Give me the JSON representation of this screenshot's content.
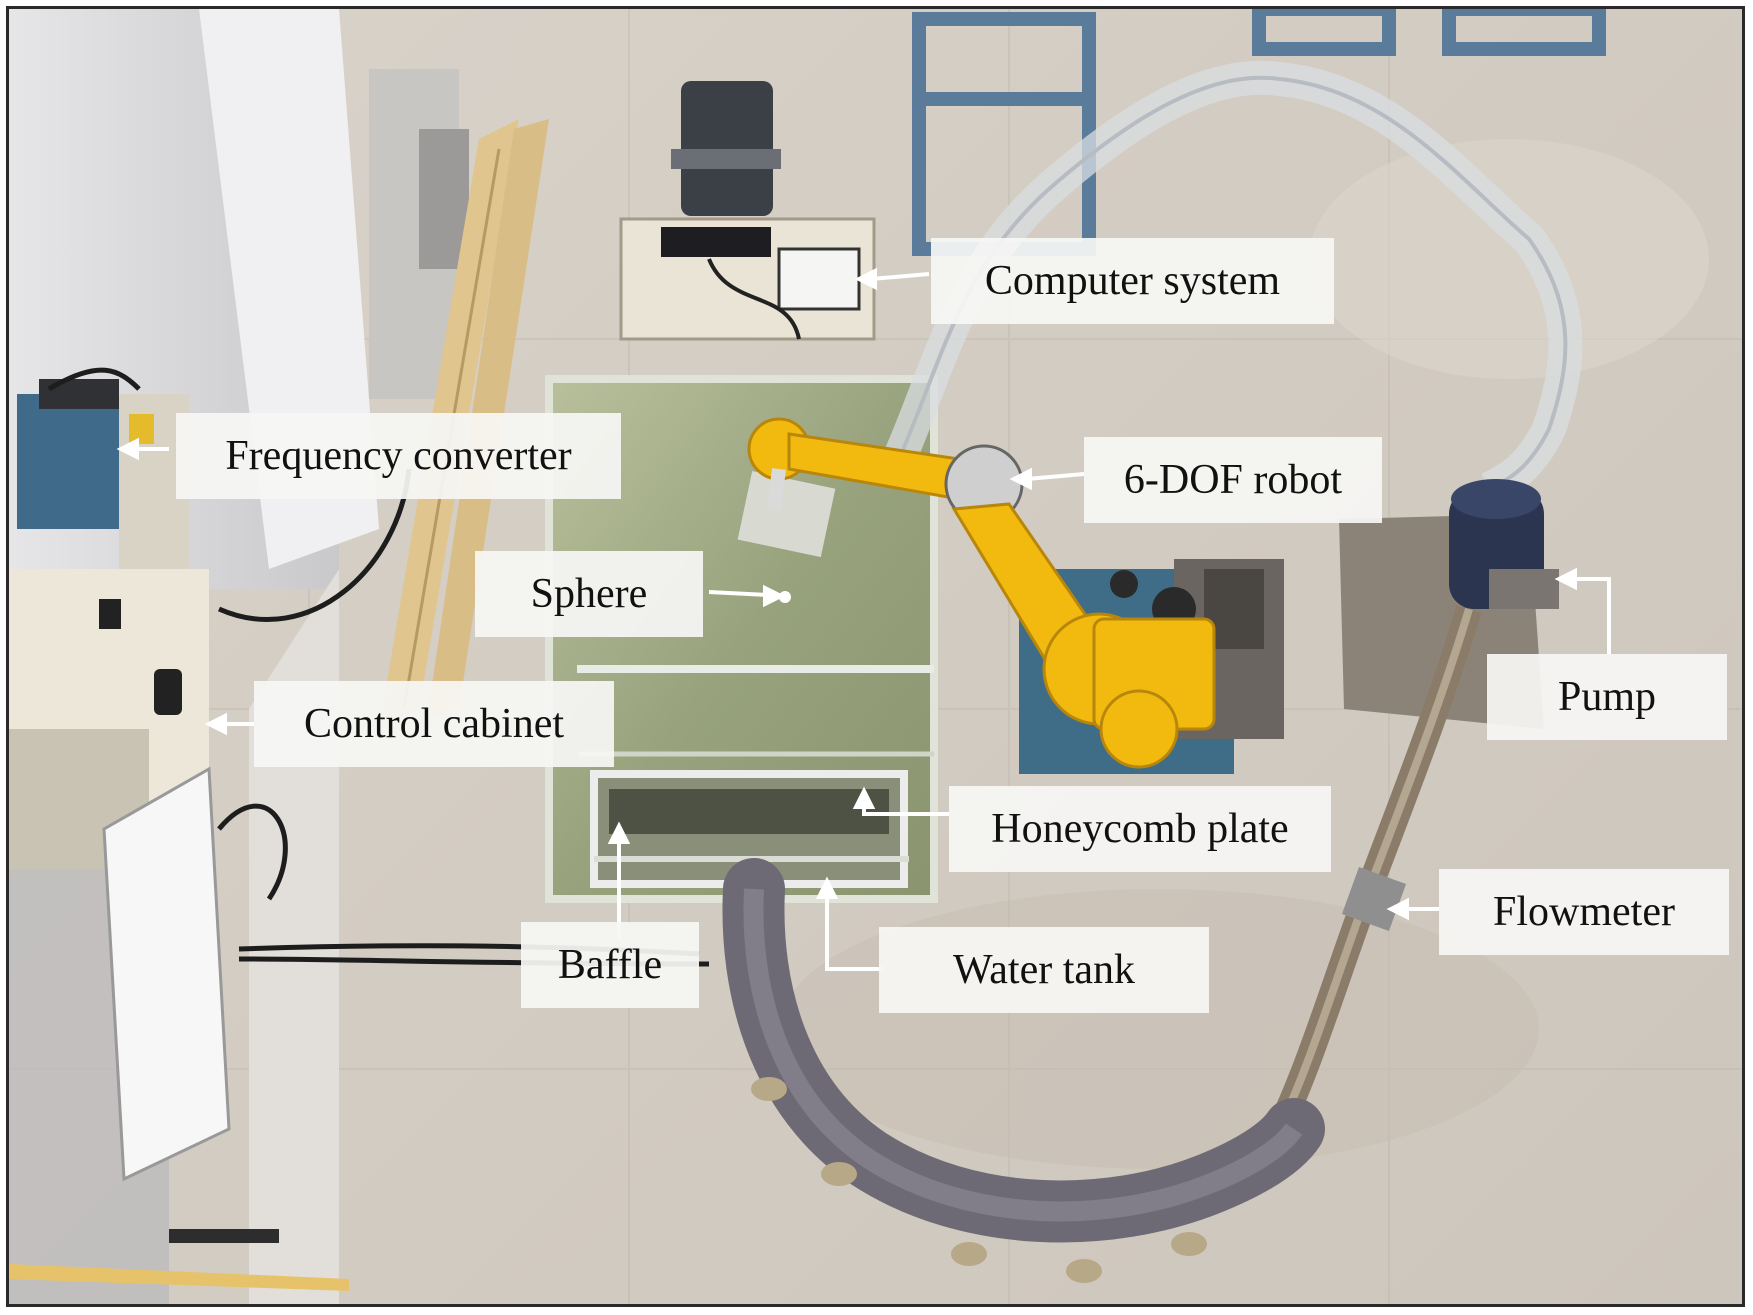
{
  "labels": {
    "computer_system": "Computer system",
    "frequency_converter": "Frequency converter",
    "robot": "6-DOF robot",
    "sphere": "Sphere",
    "pump": "Pump",
    "control_cabinet": "Control cabinet",
    "honeycomb_plate": "Honeycomb plate",
    "flowmeter": "Flowmeter",
    "baffle": "Baffle",
    "water_tank": "Water tank"
  },
  "colors": {
    "floor": "#d6d0c8",
    "robot": "#f2b90f",
    "robot_base": "#3f6c86",
    "water": "#9aa57f",
    "pipe": "#6e6a75",
    "pump_motor": "#2b3550",
    "label_bg": "#f6f6f4",
    "arrow": "#ffffff"
  }
}
